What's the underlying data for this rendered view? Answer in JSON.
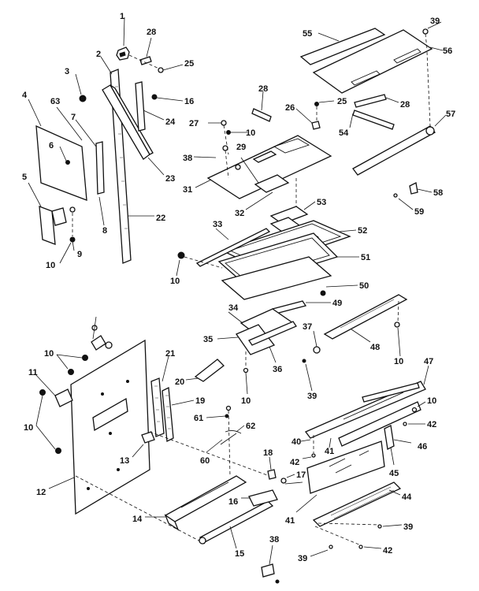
{
  "diagram": {
    "callouts": [
      "1",
      "2",
      "3",
      "4",
      "5",
      "6",
      "7",
      "8",
      "9",
      "10",
      "11",
      "12",
      "13",
      "14",
      "15",
      "16",
      "17",
      "18",
      "19",
      "20",
      "21",
      "22",
      "23",
      "24",
      "25",
      "26",
      "27",
      "28",
      "29",
      "31",
      "32",
      "33",
      "34",
      "35",
      "36",
      "37",
      "38",
      "39",
      "40",
      "41",
      "42",
      "44",
      "45",
      "46",
      "47",
      "48",
      "49",
      "50",
      "51",
      "52",
      "53",
      "54",
      "55",
      "56",
      "57",
      "58",
      "59",
      "60",
      "61",
      "62",
      "63"
    ]
  }
}
